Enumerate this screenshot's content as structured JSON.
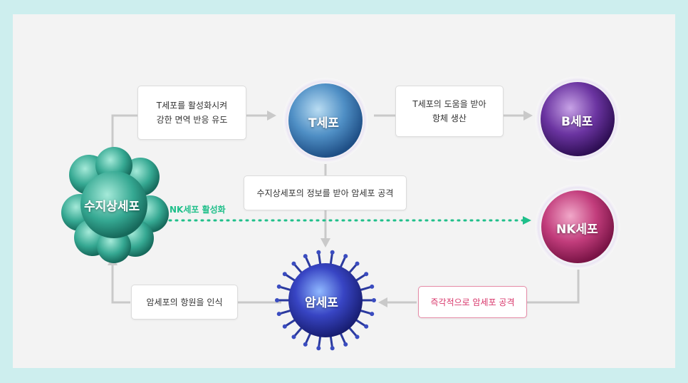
{
  "cells": {
    "dendritic": "수지상세포",
    "t_cell": "T세포",
    "b_cell": "B세포",
    "nk_cell": "NK세포",
    "cancer": "암세포"
  },
  "boxes": {
    "activate_t": "T세포를 활성화시켜\n강한 면역 반응 유도",
    "b_help": "T세포의 도움을 받아\n항체 생산",
    "info": "수지상세포의 정보를 받아 암세포 공격",
    "antigen": "암세포의 항원을 인식",
    "nk_attack": "즉각적으로 암세포 공격"
  },
  "labels": {
    "nk_activation": "NK세포 활성화"
  },
  "colors": {
    "t_cell": "#3f7fb8",
    "b_cell": "#6a2f9a",
    "nk_cell": "#b83272",
    "dendritic": "#2e9c8a",
    "cancer": "#2a2f9a",
    "nk_arrow": "#1fbf8a",
    "connector": "#c9c9c9",
    "pink_border": "#e58aa6"
  }
}
